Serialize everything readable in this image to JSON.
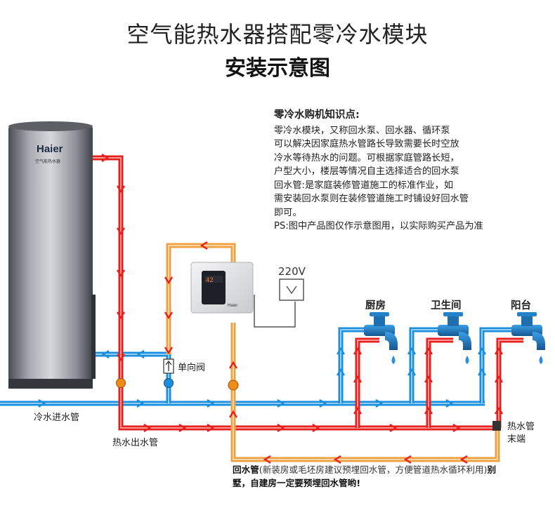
{
  "title_line1": "空气能热水器搭配零冷水模块",
  "title_line2": "安装示意图",
  "heater_brand": "Haier",
  "heater_model_text": "空气能热水器",
  "info": {
    "heading": "零冷水购机知识点:",
    "lines": [
      "零冷水模块，又称回水泵、回水器、循环泵",
      "可以解决因家庭热水管路长导致需要长时空放",
      "冷水等待热水的问题。可根据家庭管路长短，",
      "户型大小，楼层等情况自主选择适合的回水泵",
      "回水管:是家庭装修管道施工的标准作业，如",
      "需安装回水泵则在装修管道施工时铺设好回水管",
      "即可。",
      "PS:图中产品图仅作示意图用，以实际购买产品为准"
    ]
  },
  "module_display": "42",
  "module_brand": "Haier",
  "voltage": "220V",
  "rooms": {
    "kitchen": "厨房",
    "bathroom": "卫生间",
    "balcony": "阳台"
  },
  "labels": {
    "check_valve": "单向阀",
    "cold_inlet": "冷水进水管",
    "hot_outlet": "热水出水管",
    "hot_end_1": "热水管",
    "hot_end_2": "末端"
  },
  "note": {
    "part1_bold": "回水管",
    "part2": "(新装房或毛坯房建议预埋回水管，方便管道热水循环利用)",
    "part3_bold": "别墅，自建房一定要预埋回水管哟!"
  },
  "colors": {
    "hot": "#e8201c",
    "cold": "#1a8fe0",
    "return": "#f0a040"
  }
}
